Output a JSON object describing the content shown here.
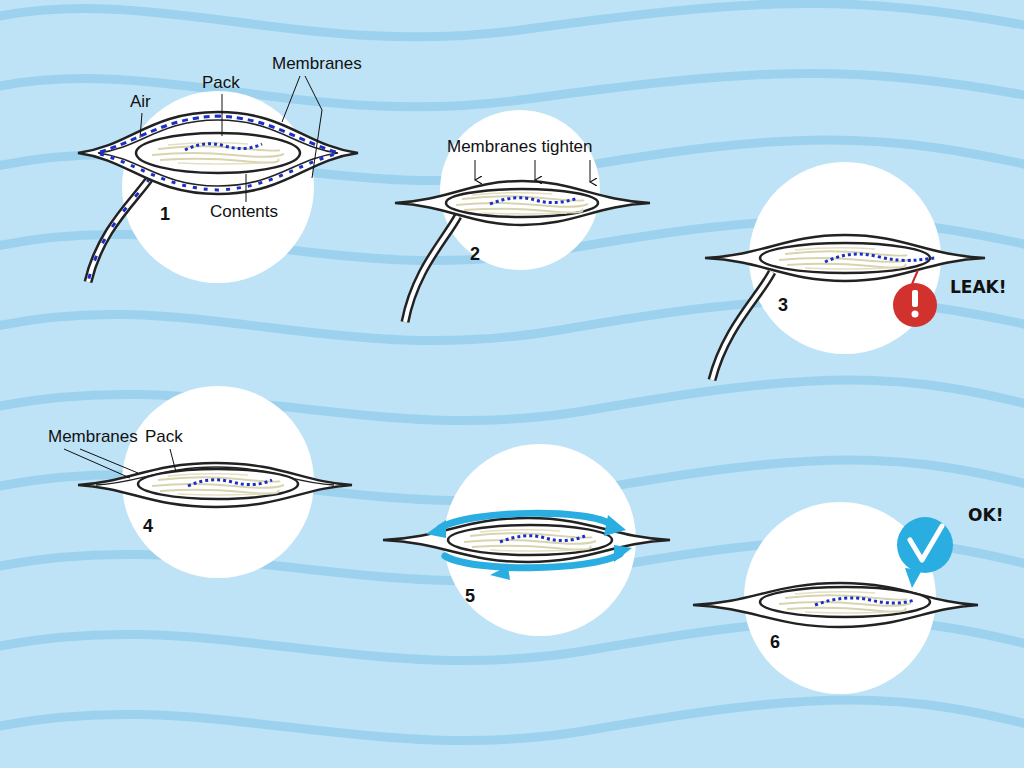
{
  "diagram": {
    "labels": [
      "Air",
      "Pack",
      "Membranes",
      "Contents",
      "1",
      "Membranes tighten",
      "2",
      "3",
      "LEAK!",
      "Membranes",
      "Pack",
      "4",
      "5",
      "OK!",
      "6"
    ]
  }
}
